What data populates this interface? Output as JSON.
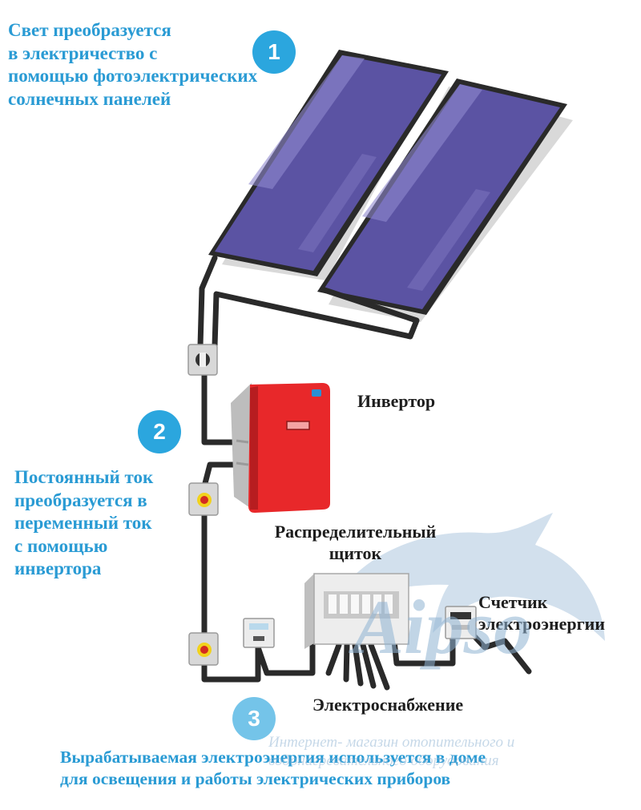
{
  "steps": [
    {
      "number": "1",
      "lines": [
        "Свет преобразуется",
        "в электричество с",
        "помощью фотоэлектрических",
        "солнечных панелей"
      ]
    },
    {
      "number": "2",
      "lines": [
        "Постоянный ток",
        "преобразуется в",
        "переменный ток",
        "с помощью",
        "инвертора"
      ]
    },
    {
      "number": "3",
      "lines": [
        "Вырабатываемая электроэнергия используется в доме",
        "для освещения и работы электрических приборов"
      ]
    }
  ],
  "labels": {
    "inverter": "Инвертор",
    "panel_lines": [
      "Распределительный",
      "щиток"
    ],
    "meter_lines": [
      "Счетчик",
      "электроэнергии"
    ],
    "supply": "Электроснабжение"
  },
  "watermark": {
    "brand": "Aipso",
    "lines": [
      "Интернет- магазин отопительного и",
      "водонагревательного оборудования"
    ]
  },
  "colors": {
    "accent": "#2ba6de",
    "text_blue": "#2a9bd4",
    "panel": "#5b53a3",
    "inverter": "#e8282a",
    "wire": "#2a2a2a"
  }
}
